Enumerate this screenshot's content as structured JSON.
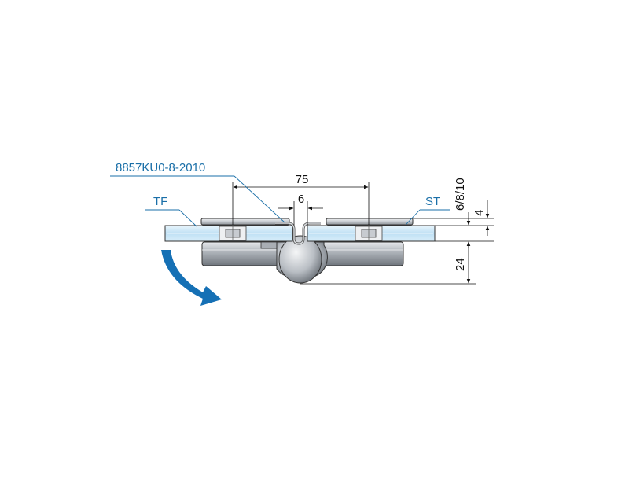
{
  "labels": {
    "part_number": "8857KU0-8-2010",
    "left_panel": "TF",
    "right_panel": "ST"
  },
  "dimensions": {
    "width": "75",
    "gap": "6",
    "glass_thickness": "6/8/10",
    "plate_thickness": "4",
    "hinge_depth": "24"
  },
  "colors": {
    "label_blue": "#1a6fa8",
    "arrow_blue": "#1570b5",
    "glass_fill": "#cfe6f6",
    "glass_edge": "#7fb6da",
    "metal_light": "#e2e4e7",
    "metal_dark": "#8f949a",
    "outline": "#222222"
  },
  "icons": {
    "rotation_arrow": "curved-arrow-icon"
  }
}
